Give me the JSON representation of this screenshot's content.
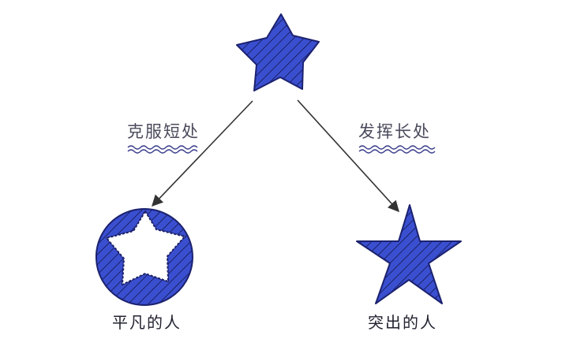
{
  "diagram": {
    "edges": [
      {
        "label": "克服短处"
      },
      {
        "label": "发挥长处"
      }
    ],
    "nodes": {
      "left": {
        "label": "平凡的人"
      },
      "right": {
        "label": "突出的人"
      }
    }
  },
  "colors": {
    "fill": "#3a4fd0",
    "stroke": "#1c2270",
    "hatch": "#1a2266",
    "arrow": "#333333",
    "wave": "#3b3f8c"
  }
}
